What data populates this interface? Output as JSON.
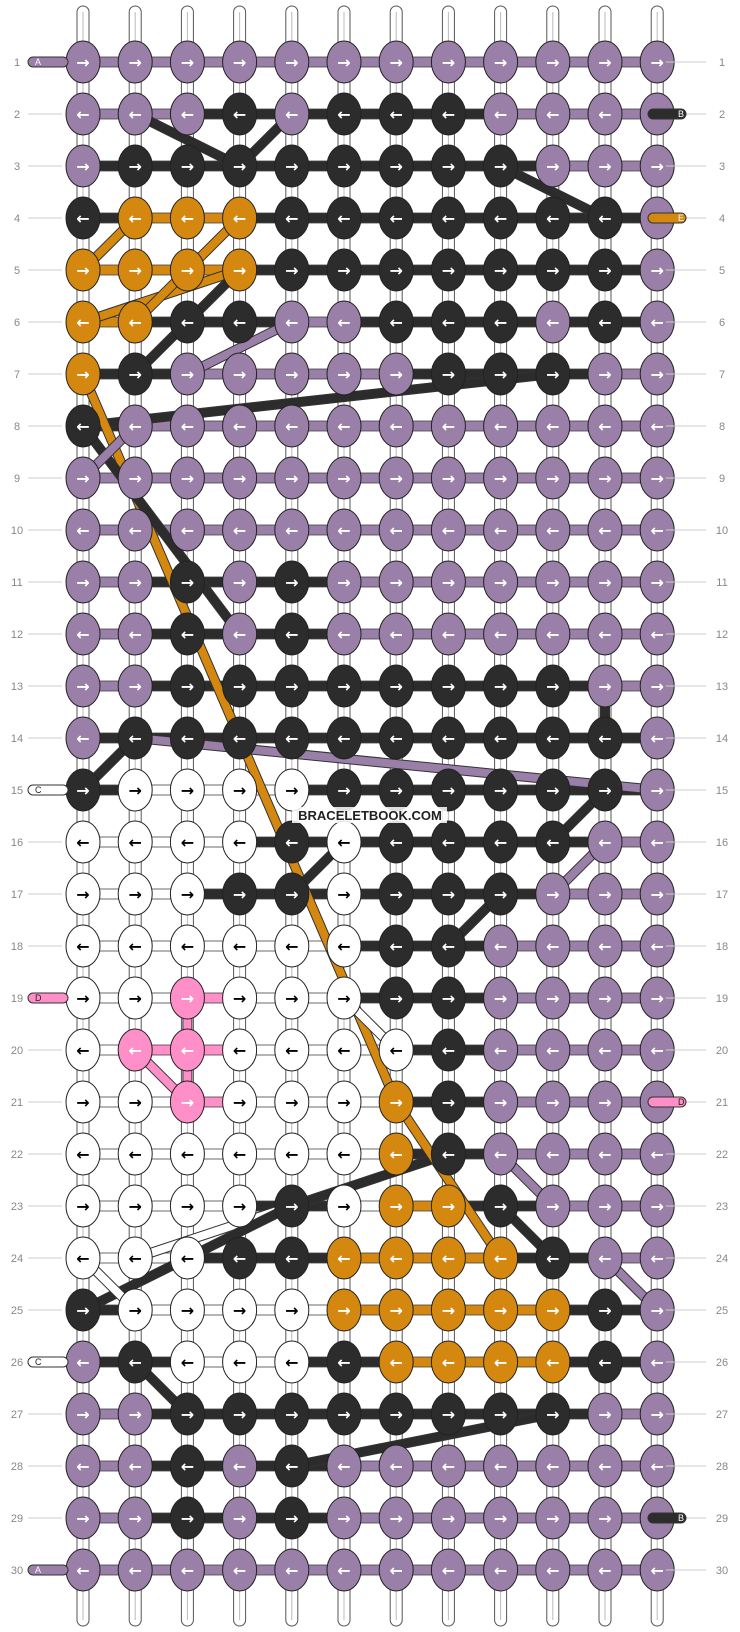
{
  "watermark": "BRACELETBOOK.COM",
  "colors": {
    "A": "#9a7fa8",
    "B": "#2c2c2c",
    "C": "#ffffff",
    "D": "#ff8fc8",
    "E": "#d4880f"
  },
  "row_numbers": [
    "1",
    "2",
    "3",
    "4",
    "5",
    "6",
    "7",
    "8",
    "9",
    "10",
    "11",
    "12",
    "13",
    "14",
    "15",
    "16",
    "17",
    "18",
    "19",
    "20",
    "21",
    "22",
    "23",
    "24",
    "25",
    "26",
    "27",
    "28",
    "29",
    "30"
  ],
  "string_tags": [
    {
      "label": "A",
      "color": "A",
      "side": "left",
      "row": 1
    },
    {
      "label": "B",
      "color": "B",
      "side": "right",
      "row": 2
    },
    {
      "label": "E",
      "color": "E",
      "side": "right",
      "row": 4
    },
    {
      "label": "C",
      "color": "C",
      "side": "left",
      "row": 15
    },
    {
      "label": "D",
      "color": "D",
      "side": "left",
      "row": 19
    },
    {
      "label": "D",
      "color": "D",
      "side": "right",
      "row": 21
    },
    {
      "label": "C",
      "color": "C",
      "side": "left",
      "row": 26
    },
    {
      "label": "B",
      "color": "B",
      "side": "right",
      "row": 29
    },
    {
      "label": "A",
      "color": "A",
      "side": "left",
      "row": 30
    }
  ],
  "knot_colors": [
    "AAAAAAAAAAAA",
    "AAABABBBAAAA",
    "ABBBBBBBBAAA",
    "BEEEBBBBBBBA",
    "EEEEBBBBBBBA",
    "EEBBAABBBABA",
    "EBAAAAABBBAA",
    "BAAAAAAAAAAA",
    "AAAAAAAAAAAA",
    "AAAAAAAAAAAA",
    "AABABAAAAAAA",
    "AABABAAAAAAA",
    "AABBBBBBBBAA",
    "ABBBBBBBBBBA",
    "BCCCCBBBBBBA",
    "CCCCBCBBBBAA",
    "CCCBBCBBBAAA",
    "CCCCCCBBAAAA",
    "CCDCCCBBAAAA",
    "CDDCCCCBAAAA",
    "CCDCCCEBAAAA",
    "CCCCCCEBAAAA",
    "CCCCBCEEBAAA",
    "CCCBBEEEEBAA",
    "BCCCCEEEEEBA",
    "ABCCCBEEEEBA",
    "AABBBBBBBBAA",
    "AABABAAAAAAA",
    "AABABAAAAAAA",
    "AAAAAAAAAAAA"
  ],
  "knot_directions": [
    "RRRRRRRRRRRR",
    "LLLLLLLLLLLL",
    "RRRRRRRRRRRR",
    "LLLLLLLLLLLL",
    "RRRRRRRRRRRR",
    "LLLLLLLLLLLL",
    "RRRRRRRRRRRR",
    "LLLLLLLLLLLL",
    "RRRRRRRRRRRR",
    "LLLLLLLLLLLL",
    "RRRRRRRRRRRR",
    "LLLLLLLLLLLL",
    "RRRRRRRRRRRR",
    "LLLLLLLLLLLL",
    "RRRRRRRRRRRR",
    "LLLLLLLLLLLL",
    "RRRRRRRRRRRR",
    "LLLLLLLLLLLL",
    "RRRRRRRRRRRR",
    "LLLLLLLLLLLL",
    "RRRRRRRRRRRR",
    "LLLLLLLLLLLL",
    "RRRRRRRRRRRR",
    "LLLLLLLLLLLL",
    "RRRRRRRRRRRR",
    "LLLLLLLLLLLL",
    "RRRRRRRRRRRR",
    "LLLLLLLLLLLL",
    "RRRRRRRRRRRR",
    "LLLLLLLLLLLL"
  ],
  "diagonal_strands": [
    {
      "color": "B",
      "from": [
        1,
        2
      ],
      "to": [
        3,
        3
      ]
    },
    {
      "color": "B",
      "from": [
        3,
        3
      ],
      "to": [
        4,
        2
      ]
    },
    {
      "color": "B",
      "from": [
        8,
        3
      ],
      "to": [
        10,
        4
      ]
    },
    {
      "color": "E",
      "from": [
        0,
        5
      ],
      "to": [
        1,
        4
      ]
    },
    {
      "color": "E",
      "from": [
        0,
        6
      ],
      "to": [
        3,
        5
      ]
    },
    {
      "color": "E",
      "from": [
        1,
        6
      ],
      "to": [
        3,
        4
      ]
    },
    {
      "color": "B",
      "from": [
        1,
        7
      ],
      "to": [
        2,
        6
      ]
    },
    {
      "color": "B",
      "from": [
        2,
        6
      ],
      "to": [
        3,
        5
      ]
    },
    {
      "color": "A",
      "from": [
        2,
        7
      ],
      "to": [
        4,
        6
      ]
    },
    {
      "color": "B",
      "from": [
        0,
        8
      ],
      "to": [
        9,
        7
      ]
    },
    {
      "color": "E",
      "from": [
        0,
        7
      ],
      "to": [
        6,
        21
      ]
    },
    {
      "color": "B",
      "from": [
        0,
        8
      ],
      "to": [
        3,
        12
      ]
    },
    {
      "color": "A",
      "from": [
        0,
        9
      ],
      "to": [
        1,
        8
      ]
    },
    {
      "color": "A",
      "from": [
        1,
        14
      ],
      "to": [
        11,
        15
      ]
    },
    {
      "color": "B",
      "from": [
        10,
        13
      ],
      "to": [
        10,
        14
      ]
    },
    {
      "color": "B",
      "from": [
        0,
        15
      ],
      "to": [
        1,
        14
      ]
    },
    {
      "color": "B",
      "from": [
        10,
        15
      ],
      "to": [
        9,
        16
      ]
    },
    {
      "color": "A",
      "from": [
        9,
        17
      ],
      "to": [
        10,
        16
      ]
    },
    {
      "color": "B",
      "from": [
        4,
        17
      ],
      "to": [
        5,
        16
      ]
    },
    {
      "color": "B",
      "from": [
        8,
        17
      ],
      "to": [
        7,
        18
      ]
    },
    {
      "color": "C",
      "from": [
        5,
        19
      ],
      "to": [
        6,
        20
      ]
    },
    {
      "color": "D",
      "from": [
        2,
        21
      ],
      "to": [
        1,
        20
      ]
    },
    {
      "color": "D",
      "from": [
        2,
        19
      ],
      "to": [
        2,
        21
      ]
    },
    {
      "color": "B",
      "from": [
        7,
        22
      ],
      "to": [
        4,
        23
      ]
    },
    {
      "color": "C",
      "from": [
        4,
        23
      ],
      "to": [
        1,
        24
      ]
    },
    {
      "color": "B",
      "from": [
        4,
        23
      ],
      "to": [
        0,
        25
      ]
    },
    {
      "color": "E",
      "from": [
        6,
        21
      ],
      "to": [
        8,
        24
      ]
    },
    {
      "color": "B",
      "from": [
        8,
        23
      ],
      "to": [
        9,
        24
      ]
    },
    {
      "color": "A",
      "from": [
        8,
        22
      ],
      "to": [
        9,
        23
      ]
    },
    {
      "color": "A",
      "from": [
        10,
        24
      ],
      "to": [
        11,
        25
      ]
    },
    {
      "color": "C",
      "from": [
        0,
        24
      ],
      "to": [
        1,
        25
      ]
    },
    {
      "color": "B",
      "from": [
        1,
        26
      ],
      "to": [
        2,
        27
      ]
    },
    {
      "color": "B",
      "from": [
        9,
        27
      ],
      "to": [
        4,
        28
      ]
    }
  ]
}
